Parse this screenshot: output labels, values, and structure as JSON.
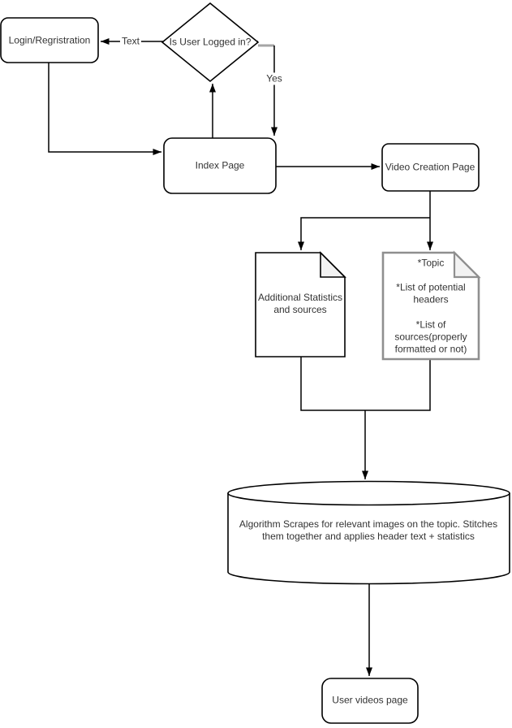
{
  "nodes": {
    "login": {
      "label": "Login/Regristration",
      "shape": "rounded-rect"
    },
    "decision": {
      "label": "Is User Logged in?",
      "shape": "diamond"
    },
    "index": {
      "label": "Index Page",
      "shape": "rounded-rect"
    },
    "video_creation": {
      "label": "Video Creation Page",
      "shape": "rounded-rect"
    },
    "stats_doc": {
      "label": "Additional Statistics\nand sources",
      "shape": "document"
    },
    "topic_doc": {
      "label": "*Topic\n\n*List of potential\nheaders\n\n*List of\nsources(properly\nformatted or not)",
      "shape": "document"
    },
    "algorithm_db": {
      "label": "Algorithm Scrapes for relevant images on the topic. Stitches\nthem together and applies header text + statistics",
      "shape": "cylinder"
    },
    "user_videos": {
      "label": "User videos page",
      "shape": "rounded-rect"
    }
  },
  "edge_labels": {
    "decision_to_login": "Text",
    "decision_to_index": "Yes"
  },
  "colors": {
    "stroke": "#000000",
    "muted_stroke": "#a6a6a6",
    "doc_selected_stroke": "#8f8f8f",
    "fold_fill": "#f2f2f2",
    "shape_fill": "#ffffff",
    "text": "#333333",
    "background": "#ffffff"
  }
}
